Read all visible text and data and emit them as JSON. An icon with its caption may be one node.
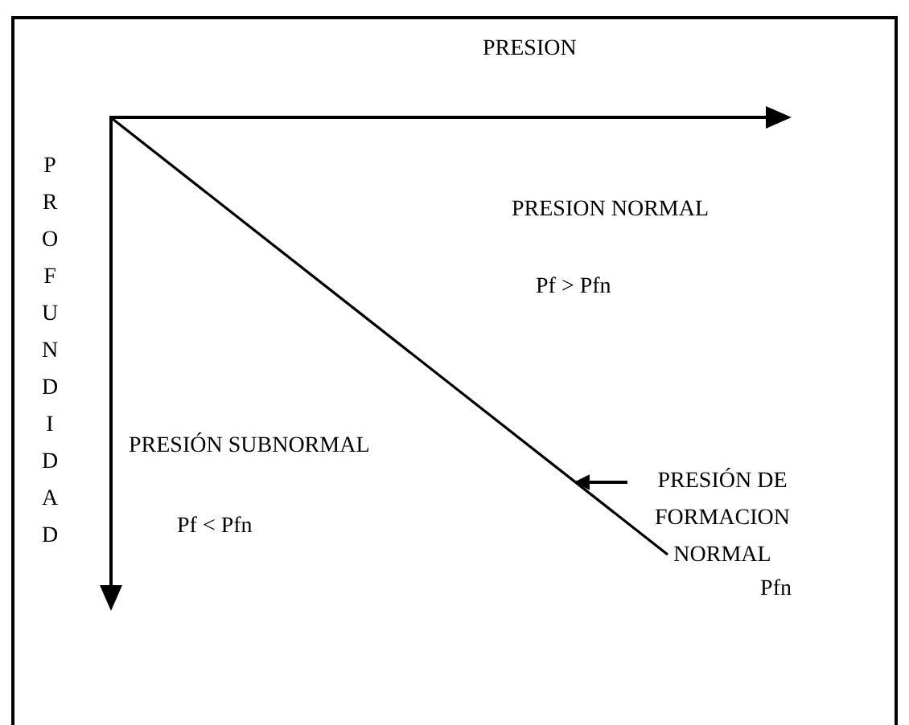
{
  "diagram": {
    "nodes": [
      {
        "text": [
          "PRESIÓN DE FORMACION NORMAL",
          "Pfn"
        ]
      },
      {
        "text": [],
        "shape": "line"
      }
    ],
    "edges": [
      {
        "from": 0,
        "to": 1,
        "arrow": "to"
      }
    ],
    "labels": [
      "PRESION",
      "PROFUNDIDAD",
      "PRESION NORMAL",
      "Pf > Pfn",
      "PRESIÓN SUBNORMAL",
      "Pf < Pfn"
    ]
  }
}
